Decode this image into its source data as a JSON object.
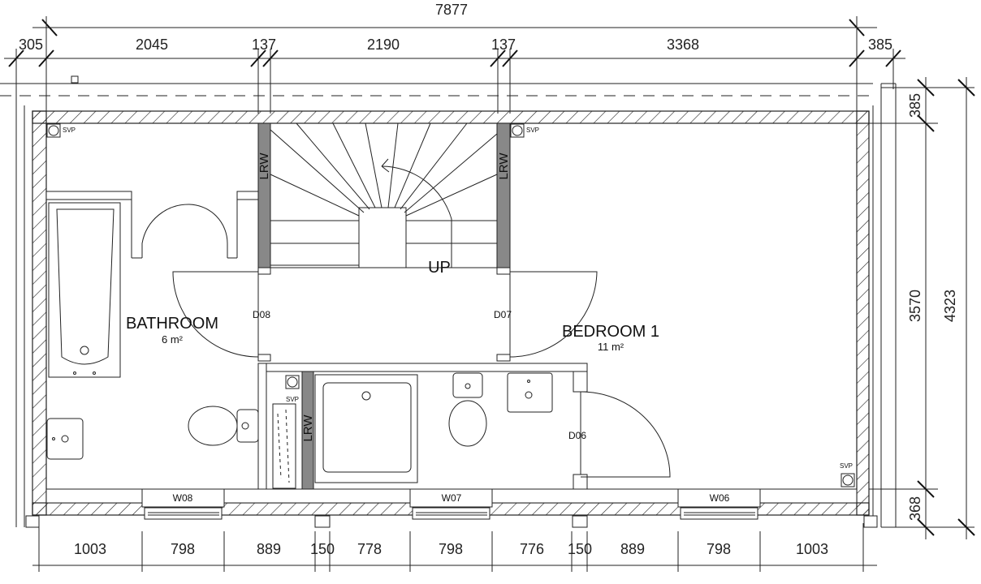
{
  "dimensions": {
    "overall_width": "7877",
    "top": [
      "305",
      "2045",
      "137",
      "2190",
      "137",
      "3368",
      "385"
    ],
    "right": [
      "385",
      "3570",
      "368"
    ],
    "overall_depth": "4323",
    "bottom": [
      "1003",
      "798",
      "889",
      "150",
      "778",
      "798",
      "776",
      "150",
      "889",
      "798",
      "1003"
    ]
  },
  "rooms": {
    "bathroom": {
      "name": "BATHROOM",
      "area": "6 m²"
    },
    "bedroom": {
      "name": "BEDROOM 1",
      "area": "11 m²"
    }
  },
  "doors": [
    "D08",
    "D07",
    "D06"
  ],
  "windows": [
    "W08",
    "W07",
    "W06"
  ],
  "stair_label": "UP",
  "wall_label": "LRW",
  "svp_label": "SVP"
}
